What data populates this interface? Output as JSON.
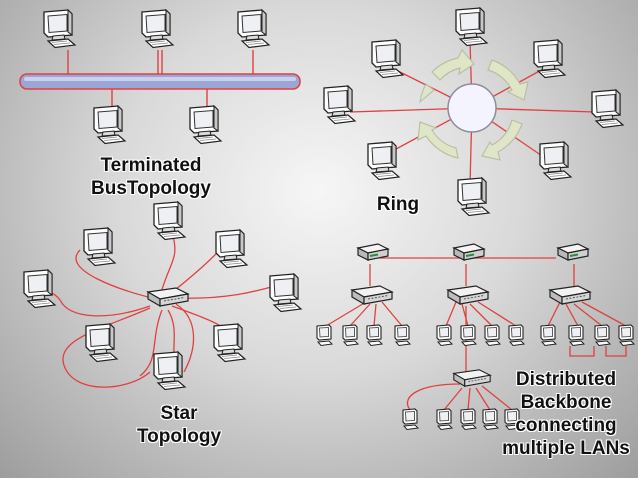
{
  "labels": {
    "bus": [
      "Terminated",
      "BusTopology"
    ],
    "ring": "Ring",
    "star": [
      "Star",
      "Topology"
    ],
    "backbone": [
      "Distributed",
      "Backbone",
      "connecting",
      "multiple LANs"
    ]
  },
  "colors": {
    "cable": "#e04040",
    "bus_bar": "#9aa6d6",
    "ring_arrow": "#dfe6c8"
  }
}
